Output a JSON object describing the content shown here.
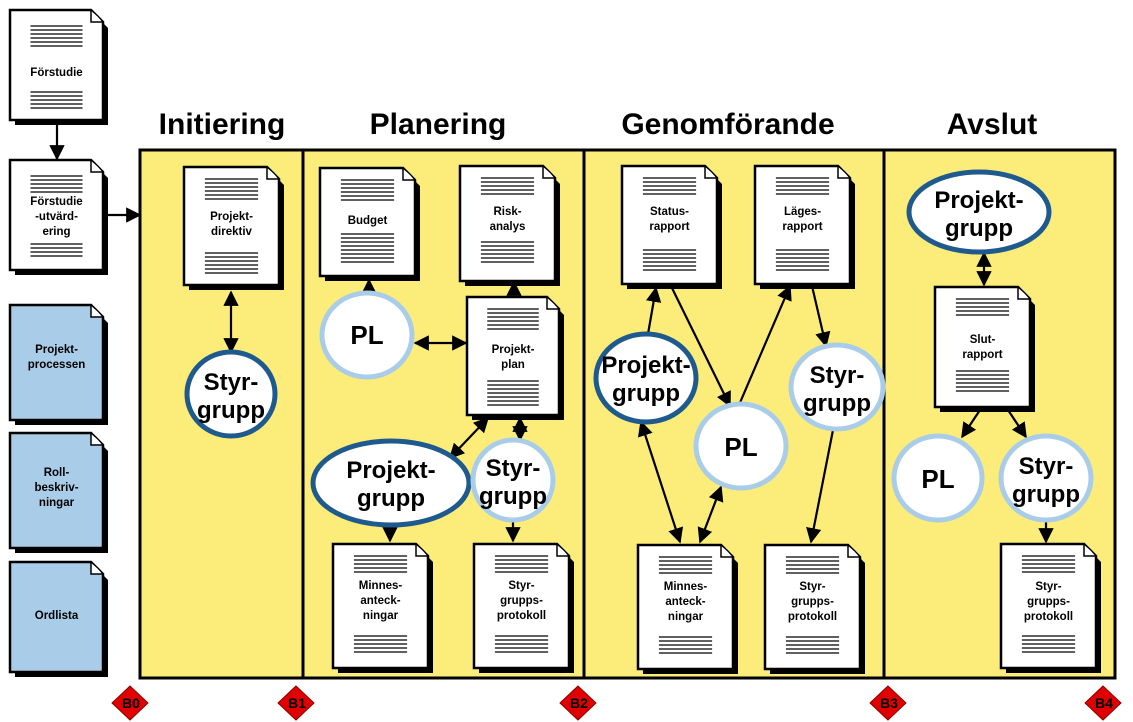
{
  "phases": [
    {
      "id": "initiering",
      "title": "Initiering"
    },
    {
      "id": "planering",
      "title": "Planering"
    },
    {
      "id": "genomforande",
      "title": "Genomförande"
    },
    {
      "id": "avslut",
      "title": "Avslut"
    }
  ],
  "side_documents": [
    {
      "id": "forstudie",
      "lines": [
        "Förstudie"
      ]
    },
    {
      "id": "forstudie-utvardering",
      "lines": [
        "Förstudie",
        "-utvärd-",
        "ering"
      ]
    },
    {
      "id": "projektprocessen",
      "lines": [
        "Projekt-",
        "processen"
      ]
    },
    {
      "id": "rollbeskrivningar",
      "lines": [
        "Roll-",
        "beskriv-",
        "ningar"
      ]
    },
    {
      "id": "ordlista",
      "lines": [
        "Ordlista"
      ]
    }
  ],
  "documents": [
    {
      "id": "projektdirektiv",
      "lines": [
        "Projekt-",
        "direktiv"
      ]
    },
    {
      "id": "budget",
      "lines": [
        "Budget"
      ]
    },
    {
      "id": "riskanalys",
      "lines": [
        "Risk-",
        "analys"
      ]
    },
    {
      "id": "projektplan",
      "lines": [
        "Projekt-",
        "plan"
      ]
    },
    {
      "id": "minnesanteckningar-planering",
      "lines": [
        "Minnes-",
        "anteck-",
        "ningar"
      ]
    },
    {
      "id": "styrgruppsprotokoll-planering",
      "lines": [
        "Styr-",
        "grupps-",
        "protokoll"
      ]
    },
    {
      "id": "statusrapport",
      "lines": [
        "Status-",
        "rapport"
      ]
    },
    {
      "id": "lagesrapport",
      "lines": [
        "Läges-",
        "rapport"
      ]
    },
    {
      "id": "minnesanteckningar-genomforande",
      "lines": [
        "Minnes-",
        "anteck-",
        "ningar"
      ]
    },
    {
      "id": "styrgruppsprotokoll-genomforande",
      "lines": [
        "Styr-",
        "grupps-",
        "protokoll"
      ]
    },
    {
      "id": "slutrapport",
      "lines": [
        "Slut-",
        "rapport"
      ]
    },
    {
      "id": "styrgruppsprotokoll-avslut",
      "lines": [
        "Styr-",
        "grupps-",
        "protokoll"
      ]
    }
  ],
  "roles": [
    {
      "id": "styrgrupp-initiering",
      "lines": [
        "Styr-",
        "grupp"
      ]
    },
    {
      "id": "pl-planering",
      "lines": [
        "PL"
      ]
    },
    {
      "id": "projektgrupp-planering",
      "lines": [
        "Projekt-",
        "grupp"
      ]
    },
    {
      "id": "styrgrupp-planering",
      "lines": [
        "Styr-",
        "grupp"
      ]
    },
    {
      "id": "projektgrupp-genomforande",
      "lines": [
        "Projekt-",
        "grupp"
      ]
    },
    {
      "id": "pl-genomforande",
      "lines": [
        "PL"
      ]
    },
    {
      "id": "styrgrupp-genomforande",
      "lines": [
        "Styr-",
        "grupp"
      ]
    },
    {
      "id": "projektgrupp-avslut",
      "lines": [
        "Projekt-",
        "grupp"
      ]
    },
    {
      "id": "pl-avslut",
      "lines": [
        "PL"
      ]
    },
    {
      "id": "styrgrupp-avslut",
      "lines": [
        "Styr-",
        "grupp"
      ]
    }
  ],
  "milestones": [
    "B0",
    "B1",
    "B2",
    "B3",
    "B4"
  ],
  "colors": {
    "phase_fill": "#fcec79",
    "side_doc_fill": "#a9cde9",
    "oval_dark": "#1e5a8e",
    "oval_light": "#a9cde9",
    "milestone": "#e00000"
  }
}
